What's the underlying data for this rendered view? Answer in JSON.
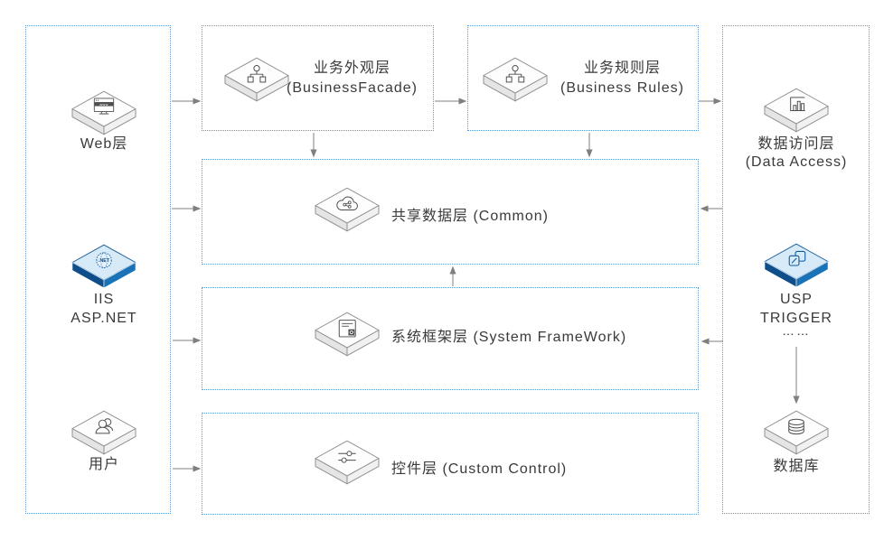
{
  "diagram": {
    "left_column": {
      "web": {
        "label": "Web层",
        "icon": "browser-window-icon",
        "icon_text": "www"
      },
      "iis": {
        "line1": "IIS",
        "line2": "ASP.NET",
        "icon": "dotnet-globe-icon",
        "icon_text": ".NET"
      },
      "user": {
        "label": "用户",
        "icon": "user-icon"
      }
    },
    "layers": {
      "business_facade": {
        "line1": "业务外观层",
        "line2": "(BusinessFacade)",
        "icon": "org-chart-icon"
      },
      "business_rules": {
        "line1": "业务规则层",
        "line2": "(Business Rules)",
        "icon": "org-chart-icon"
      },
      "common": {
        "title": "共享数据层 (Common)",
        "icon": "cloud-share-icon"
      },
      "system_framework": {
        "title": "系统框架层 (System FrameWork)",
        "icon": "document-form-icon"
      },
      "custom_control": {
        "title": "控件层 (Custom Control)",
        "icon": "sliders-icon"
      }
    },
    "right_column": {
      "data_access": {
        "line1": "数据访问层",
        "line2": "(Data Access)",
        "icon": "bar-chart-icon"
      },
      "usp": {
        "line1": "USP",
        "line2": "TRIGGER",
        "ellipsis": "……",
        "icon": "stored-procedure-icon"
      },
      "database": {
        "label": "数据库",
        "icon": "database-cylinder-icon"
      }
    },
    "colors": {
      "dotted_border": "#5b9bd5",
      "arrow": "#7f7f7f",
      "text": "#3a3a3a",
      "tile_top": "#fdfdfd",
      "tile_side_left": "#e5e5e5",
      "tile_side_right": "#f1f1f1",
      "tile_stroke": "#8f8f8f",
      "blue_tile_top": "#d7eaf8",
      "blue_tile_side_left": "#0e4f8b",
      "blue_tile_side_right": "#1a73b6",
      "blue_glyph": "#0b5aa0"
    }
  }
}
